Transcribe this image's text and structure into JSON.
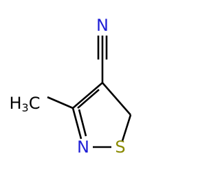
{
  "molecule": {
    "atoms": {
      "nitrile_n": {
        "symbol": "N",
        "color": "#1f1fd6"
      },
      "ring_n": {
        "symbol": "N",
        "color": "#1f1fd6"
      },
      "ring_s": {
        "symbol": "S",
        "color": "#8a8a00"
      },
      "methyl": {
        "main": "H",
        "subscript": "3",
        "tail": "C",
        "color": "#000000"
      }
    },
    "bond_color": "#000000"
  }
}
